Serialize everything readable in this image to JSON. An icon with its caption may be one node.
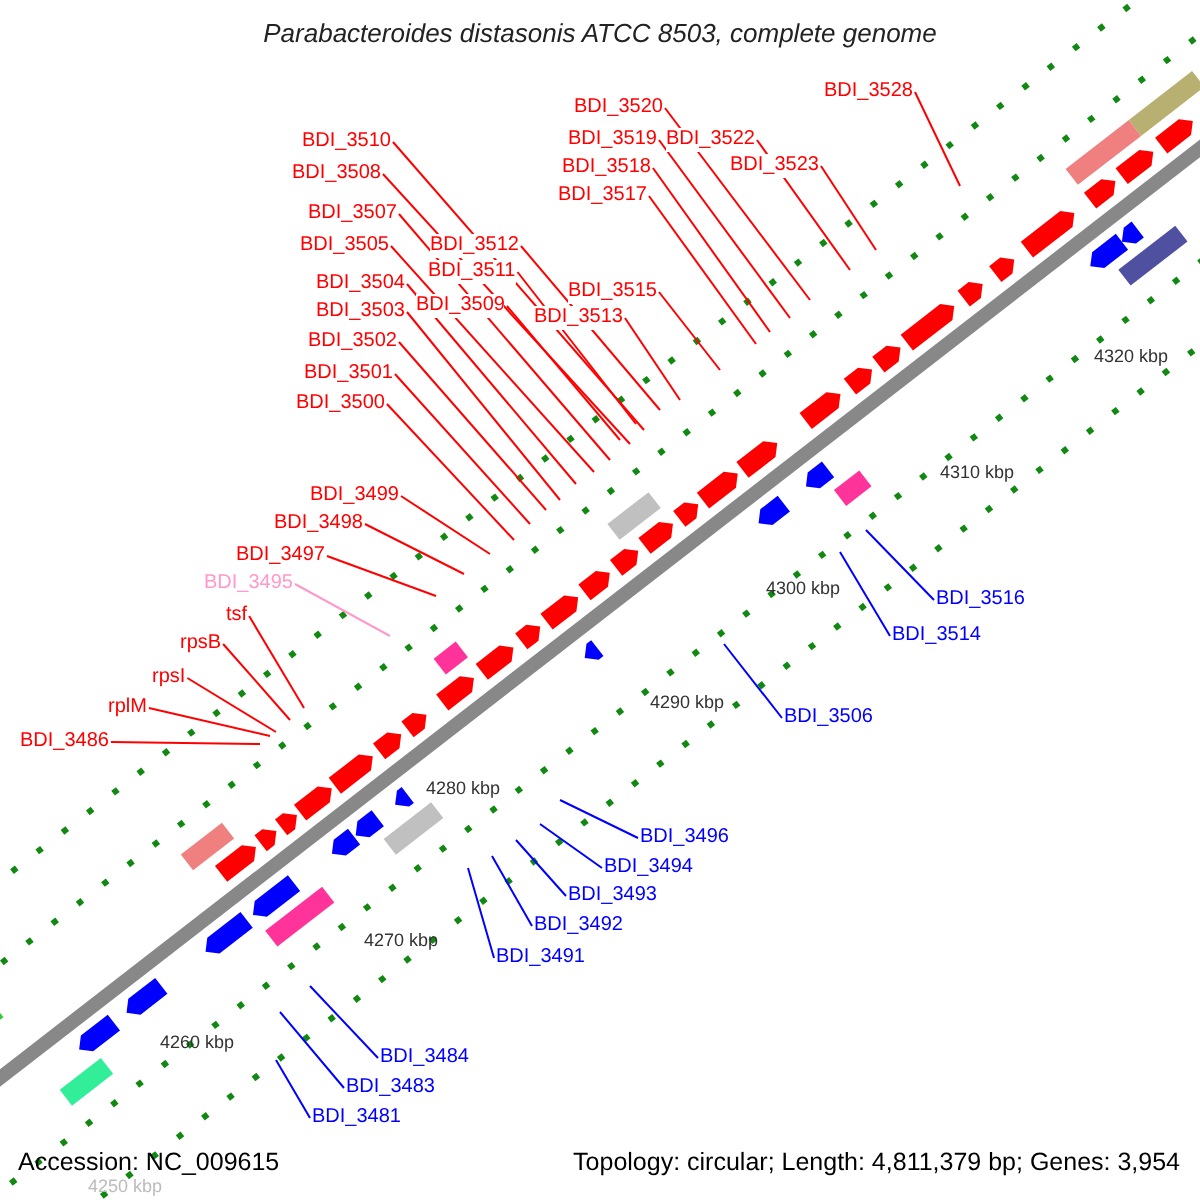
{
  "diagram": {
    "title": "Parabacteroides distasonis ATCC 8503, complete genome",
    "nodes": [
      {
        "text": [
          "BDI_3528"
        ]
      },
      {
        "text": [
          "BDI_3520"
        ]
      },
      {
        "text": [
          "BDI_3519"
        ]
      },
      {
        "text": [
          "BDI_3522"
        ]
      },
      {
        "text": [
          "BDI_3518"
        ]
      },
      {
        "text": [
          "BDI_3523"
        ]
      },
      {
        "text": [
          "BDI_3517"
        ]
      },
      {
        "text": [
          "BDI_3510"
        ]
      },
      {
        "text": [
          "BDI_3508"
        ]
      },
      {
        "text": [
          "BDI_3507"
        ]
      },
      {
        "text": [
          "BDI_3505"
        ]
      },
      {
        "text": [
          "BDI_3512"
        ]
      },
      {
        "text": [
          "BDI_3511"
        ]
      },
      {
        "text": [
          "BDI_3504"
        ]
      },
      {
        "text": [
          "BDI_3509"
        ]
      },
      {
        "text": [
          "BDI_3503"
        ]
      },
      {
        "text": [
          "BDI_3515"
        ]
      },
      {
        "text": [
          "BDI_3513"
        ]
      },
      {
        "text": [
          "BDI_3502"
        ]
      },
      {
        "text": [
          "BDI_3501"
        ]
      },
      {
        "text": [
          "BDI_3500"
        ]
      },
      {
        "text": [
          "BDI_3499"
        ]
      },
      {
        "text": [
          "BDI_3498"
        ]
      },
      {
        "text": [
          "BDI_3497"
        ]
      },
      {
        "text": [
          "BDI_3495"
        ]
      },
      {
        "text": [
          "tsf"
        ]
      },
      {
        "text": [
          "rpsB"
        ]
      },
      {
        "text": [
          "rpsI"
        ]
      },
      {
        "text": [
          "rplM"
        ]
      },
      {
        "text": [
          "BDI_3516"
        ]
      },
      {
        "text": [
          "BDI_3514"
        ]
      },
      {
        "text": [
          "BDI_3506"
        ]
      },
      {
        "text": [
          "BDI_3486"
        ]
      },
      {
        "text": [
          "BDI_3496"
        ]
      },
      {
        "text": [
          "BDI_3494"
        ]
      },
      {
        "text": [
          "BDI_3493"
        ]
      },
      {
        "text": [
          "BDI_3492"
        ]
      },
      {
        "text": [
          "BDI_3491"
        ]
      },
      {
        "text": [
          "BDI_3484"
        ]
      },
      {
        "text": [
          "BDI_3483"
        ]
      },
      {
        "text": [
          "BDI_3481"
        ]
      }
    ],
    "edges": [
      {
        "from": 0,
        "to": null,
        "arrow": "none"
      },
      {
        "from": 1,
        "to": null,
        "arrow": "none"
      },
      {
        "from": 2,
        "to": null,
        "arrow": "none"
      },
      {
        "from": 3,
        "to": null,
        "arrow": "none"
      },
      {
        "from": 4,
        "to": null,
        "arrow": "none"
      },
      {
        "from": 5,
        "to": null,
        "arrow": "none"
      },
      {
        "from": 6,
        "to": null,
        "arrow": "none"
      },
      {
        "from": 7,
        "to": null,
        "arrow": "none"
      },
      {
        "from": 8,
        "to": null,
        "arrow": "none"
      },
      {
        "from": 9,
        "to": null,
        "arrow": "none"
      },
      {
        "from": 10,
        "to": null,
        "arrow": "none"
      },
      {
        "from": 11,
        "to": null,
        "arrow": "none"
      },
      {
        "from": 12,
        "to": null,
        "arrow": "none"
      },
      {
        "from": 13,
        "to": null,
        "arrow": "none"
      },
      {
        "from": 14,
        "to": null,
        "arrow": "none"
      },
      {
        "from": 15,
        "to": null,
        "arrow": "none"
      },
      {
        "from": 16,
        "to": null,
        "arrow": "none"
      },
      {
        "from": 17,
        "to": null,
        "arrow": "none"
      },
      {
        "from": 18,
        "to": null,
        "arrow": "none"
      },
      {
        "from": 19,
        "to": null,
        "arrow": "none"
      },
      {
        "from": 20,
        "to": null,
        "arrow": "none"
      },
      {
        "from": 21,
        "to": null,
        "arrow": "none"
      },
      {
        "from": 22,
        "to": null,
        "arrow": "none"
      },
      {
        "from": 23,
        "to": null,
        "arrow": "none"
      },
      {
        "from": 24,
        "to": null,
        "arrow": "none",
        "color": "#ff99cc"
      },
      {
        "from": 25,
        "to": null,
        "arrow": "none"
      },
      {
        "from": 26,
        "to": null,
        "arrow": "none"
      },
      {
        "from": 27,
        "to": null,
        "arrow": "none"
      },
      {
        "from": 28,
        "to": null,
        "arrow": "none"
      },
      {
        "from": 29,
        "to": null,
        "arrow": "none",
        "color": "#0000ff"
      },
      {
        "from": 30,
        "to": null,
        "arrow": "none",
        "color": "#0000ff"
      },
      {
        "from": 31,
        "to": null,
        "arrow": "none",
        "color": "#0000ff"
      },
      {
        "from": 32,
        "to": null,
        "arrow": "none"
      },
      {
        "from": 33,
        "to": null,
        "arrow": "none",
        "color": "#0000ff"
      },
      {
        "from": 34,
        "to": null,
        "arrow": "none",
        "color": "#0000ff"
      },
      {
        "from": 35,
        "to": null,
        "arrow": "none",
        "color": "#0000ff"
      },
      {
        "from": 36,
        "to": null,
        "arrow": "none",
        "color": "#0000ff"
      },
      {
        "from": 37,
        "to": null,
        "arrow": "none",
        "color": "#0000ff"
      },
      {
        "from": 38,
        "to": null,
        "arrow": "none",
        "color": "#0000ff"
      },
      {
        "from": 39,
        "to": null,
        "arrow": "none",
        "color": "#0000ff"
      },
      {
        "from": 40,
        "to": null,
        "arrow": "none",
        "color": "#0000ff"
      }
    ],
    "labels": [
      "4320 kbp",
      "4310 kbp",
      "4300 kbp",
      "4290 kbp",
      "4280 kbp",
      "4270 kbp",
      "4260 kbp",
      "Accession: NC_009615",
      "Topology: circular; Length: 4,811,379 bp; Genes: 3,954",
      "4250 kbp"
    ]
  }
}
